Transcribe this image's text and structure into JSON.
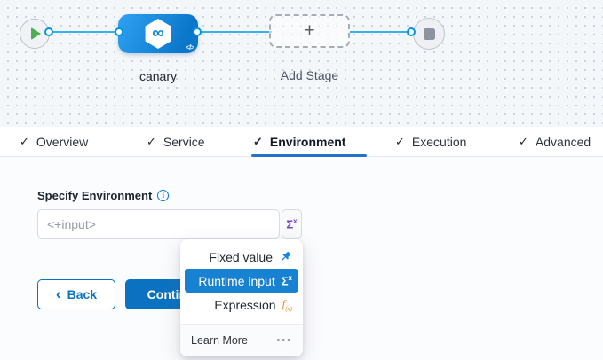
{
  "icons": {
    "check": "✓",
    "plus": "+",
    "code": "</>",
    "infinity": "∞",
    "info": "i",
    "chevron_left": "‹",
    "dots": "•••",
    "sigma": "Σ",
    "sigma_sup": "x",
    "fx_main": "f",
    "fx_sub": "(x)"
  },
  "colors": {
    "accent": "#0278d5",
    "edge": "#35b2ea",
    "selected_row": "#1781d2",
    "sigma_purple": "#7148c9",
    "fx_orange": "#ff832b",
    "play_green": "#4caf50"
  },
  "canvas": {
    "stage_label": "canary",
    "add_stage_label": "Add Stage"
  },
  "tabs": [
    {
      "label": "Overview",
      "active": false
    },
    {
      "label": "Service",
      "active": false
    },
    {
      "label": "Environment",
      "active": true
    },
    {
      "label": "Execution",
      "active": false
    },
    {
      "label": "Advanced",
      "active": false
    }
  ],
  "form": {
    "label": "Specify Environment",
    "input_value": "<+input>"
  },
  "dropdown": {
    "items": [
      {
        "label": "Fixed value",
        "icon": "pin-icon",
        "selected": false
      },
      {
        "label": "Runtime input",
        "icon": "sigma-icon",
        "selected": true
      },
      {
        "label": "Expression",
        "icon": "fx-icon",
        "selected": false
      }
    ],
    "footer": {
      "learn_more": "Learn More",
      "dots": "•••"
    }
  },
  "buttons": {
    "back": "Back",
    "continue": "Continue"
  }
}
